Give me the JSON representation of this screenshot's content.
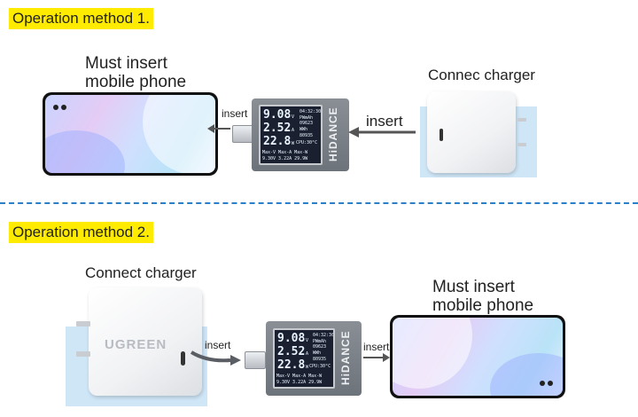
{
  "section1": {
    "title": "Operation method 1.",
    "phone_caption_line1": "Must insert",
    "phone_caption_line2": "mobile phone",
    "charger_caption": "Connec charger",
    "insert_left": "insert",
    "insert_right": "insert"
  },
  "section2": {
    "title": "Operation method 2.",
    "charger_caption": "Connect charger",
    "phone_caption_line1": "Must insert",
    "phone_caption_line2": "mobile phone",
    "insert_left": "insert",
    "insert_right": "insert",
    "charger_brand": "UGREEN"
  },
  "meter": {
    "brand": "HiDANCE",
    "voltage": "9.08",
    "voltage_unit": "V",
    "current": "2.52",
    "current_unit": "A",
    "power": "22.8",
    "power_unit": "W",
    "time": "04:32:30",
    "mah_label": "PWmAh",
    "mah_value": "09623",
    "wh_label": "WWh",
    "wh_value": "80935",
    "temp": "CPU:30°C",
    "max_label": "Max-V Max-A Max-W",
    "max_values": "9.30V  3.22A  29.9W"
  },
  "colors": {
    "highlight": "#ffeb00",
    "divider": "#2a7fc9",
    "arrow": "#555555"
  }
}
